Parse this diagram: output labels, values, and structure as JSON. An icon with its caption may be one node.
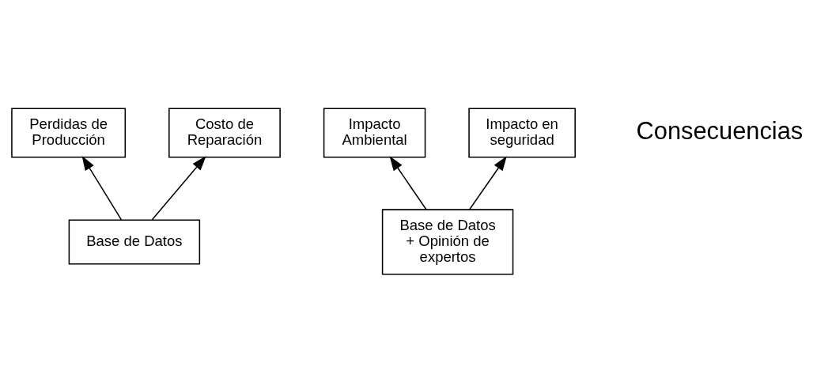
{
  "diagram": {
    "nodes": [
      {
        "text": [
          "Perdidas de Producción"
        ]
      },
      {
        "text": [
          "Costo de Reparación"
        ]
      },
      {
        "text": [
          "Impacto Ambiental"
        ]
      },
      {
        "text": [
          "Impacto en seguridad"
        ]
      },
      {
        "text": [
          "Base de Datos"
        ]
      },
      {
        "text": [
          "Base de Datos + Opinión de expertos"
        ]
      }
    ],
    "edges": [
      {
        "from": 4,
        "to": 0,
        "arrow": "to"
      },
      {
        "from": 4,
        "to": 1,
        "arrow": "to"
      },
      {
        "from": 5,
        "to": 2,
        "arrow": "to"
      },
      {
        "from": 5,
        "to": 3,
        "arrow": "to"
      }
    ],
    "labels": [
      "Consecuencias"
    ]
  }
}
